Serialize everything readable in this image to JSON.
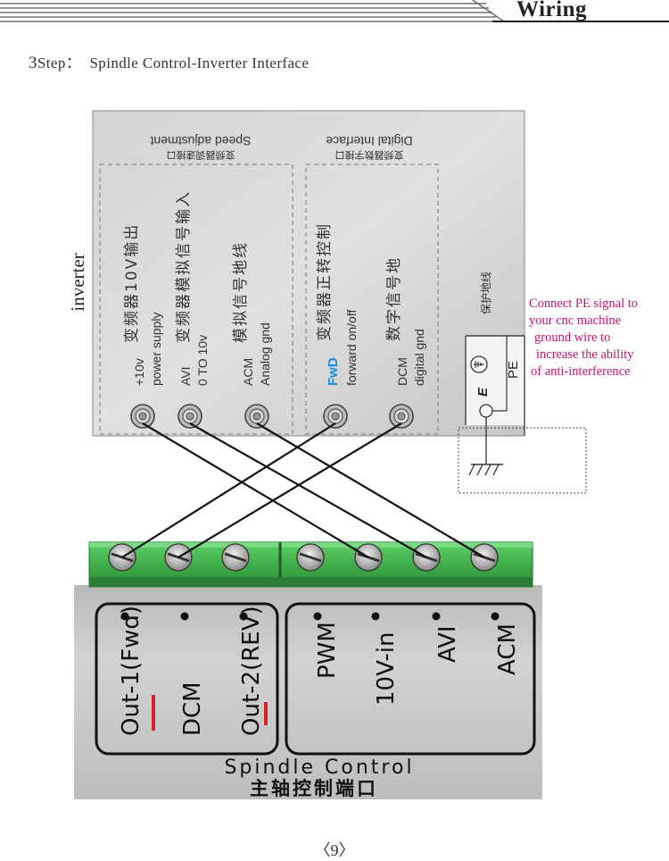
{
  "header": {
    "title": "Wiring"
  },
  "step": {
    "number": "3",
    "label": "Step：",
    "title": "Spindle Control-Inverter Interface"
  },
  "inverter": {
    "label": "inverter",
    "speed_section": {
      "title_en": "Speed adjustment",
      "title_cn": "变频器调速接口"
    },
    "digital_section": {
      "title_en": "Digital Interface",
      "title_cn": "变频器数字接口"
    },
    "terminals": [
      {
        "id": "10v",
        "code": "+10v",
        "en": "power supply",
        "cn": "变频器10V输出"
      },
      {
        "id": "avi",
        "code": "AVI",
        "en": "0 TO 10v",
        "cn": "变频器模拟信号输入"
      },
      {
        "id": "acm",
        "code": "ACM",
        "en": "Analog gnd",
        "cn": "模拟信号地线"
      },
      {
        "id": "fwd",
        "code": "FwD",
        "en": "forward on/off",
        "cn": "变频器正转控制"
      },
      {
        "id": "dcm",
        "code": "DCM",
        "en": "digital gnd",
        "cn": "数字信号地"
      }
    ],
    "pe": {
      "cn": "保护地线",
      "label": "PE",
      "e_label": "E"
    }
  },
  "pe_note": {
    "lines": [
      "Connect  PE  signal to",
      "your cnc machine",
      "ground wire to",
      "increase the ability",
      "of  anti-interference"
    ]
  },
  "spindle": {
    "group1": [
      "Out-1(Fwd)",
      "DCM",
      "Out-2(REV)"
    ],
    "group2": [
      "PWM",
      "10V-in",
      "AVI",
      "ACM"
    ],
    "label_en": "Spindle Control",
    "label_cn": "主轴控制端口"
  },
  "colors": {
    "pe_note": "#c0146c",
    "fwd_blue": "#1b8fe0",
    "terminal_green": "#3fae4a",
    "red_mark": "#d8202a"
  },
  "page": {
    "number": "9"
  }
}
